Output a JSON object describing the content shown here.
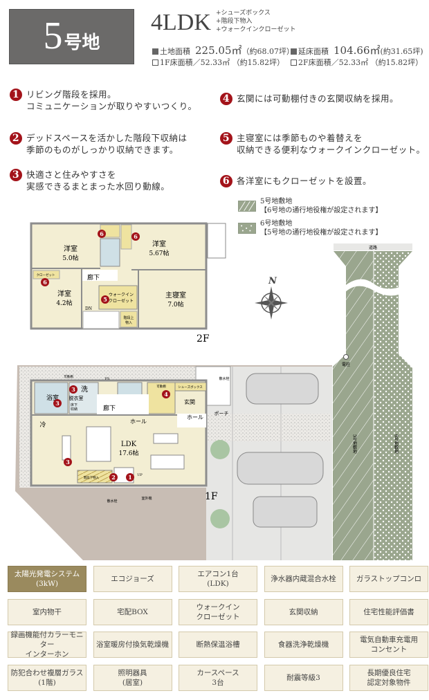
{
  "header": {
    "lot_number": "5",
    "lot_suffix": "号地",
    "layout": "4LDK",
    "extras": [
      "+シューズボックス",
      "+階段下物入",
      "+ウォークインクローゼット"
    ]
  },
  "areas": {
    "land_label": "土地面積",
    "land_value": "225.05㎡",
    "land_tsubo": "（約68.07坪）",
    "total_label": "延床面積",
    "total_value": "104.66㎡",
    "total_tsubo": "(約31.65坪)",
    "f1": "1F床面積／52.33㎡ （約15.82坪）",
    "f2": "2F床面積／52.33㎡ （約15.82坪）"
  },
  "points": [
    {
      "n": "1",
      "lines": [
        "リビング階段を採用。",
        "コミュニケーションが取りやすいつくり。"
      ]
    },
    {
      "n": "2",
      "lines": [
        "デッドスペースを活かした階段下収納は",
        "季節のものがしっかり収納できます。"
      ]
    },
    {
      "n": "3",
      "lines": [
        "快適さと住みやすさを",
        "実感できるまとまった水回り動線。"
      ]
    },
    {
      "n": "4",
      "lines": [
        "玄関には可動棚付きの玄関収納を採用。"
      ]
    },
    {
      "n": "5",
      "lines": [
        "主寝室には季節ものや着替えを",
        "収納できる便利なウォークインクローゼット。"
      ]
    },
    {
      "n": "6",
      "lines": [
        "各洋室にもクローゼットを設置。"
      ]
    }
  ],
  "legend": [
    {
      "title": "5号地敷地",
      "note": "【6号地の通行地役権が設定されます】",
      "pattern": "hatch"
    },
    {
      "title": "6号地敷地",
      "note": "【5号地の通行地役権が設定されます】",
      "pattern": "dots"
    }
  ],
  "colors": {
    "accent_red": "#a3131a",
    "site_green": "#9aa68e",
    "room": "#f3eed3",
    "storage": "#efe3a0",
    "title_gray": "#6b6a69",
    "feature_highlight": "#9a8a5e"
  },
  "plan2f": {
    "floor": "2F",
    "rooms": {
      "w1": "洋室",
      "w1s": "5.0帖",
      "w2": "洋室",
      "w2s": "5.67帖",
      "w3": "洋室",
      "w3s": "4.2帖",
      "master": "主寝室",
      "masters": "7.0帖",
      "hall": "廊下",
      "wic1": "ウォークイン",
      "wic2": "クローゼット",
      "stor1": "階段上",
      "stor2": "物入",
      "dn": "DN",
      "closet": "クローゼット"
    }
  },
  "plan1f": {
    "floor": "1F",
    "rooms": {
      "bath": "浴室",
      "wash": "洗",
      "wash2": "脱衣室",
      "under": "床下",
      "under2": "収納",
      "hall": "廊下",
      "hall2": "ホール",
      "hall3": "ホール",
      "ldk": "LDK",
      "ldks": "17.6帖",
      "entry": "玄関",
      "porch": "ポーチ",
      "shoe": "シューズボックス",
      "shelf": "可動棚",
      "shelf2": "可動棚",
      "fridge": "冷",
      "stair_store": "階段下物入",
      "ps": "PS",
      "up": "UP",
      "outdoor": "室外機",
      "tap": "散水栓",
      "tap2": "散水栓",
      "pole": "電柱",
      "road": "道路",
      "lot5": "5号地敷地",
      "lot6": "6号地敷地"
    }
  },
  "compass": "N",
  "features": [
    "太陽光発電システム\n(3kW)",
    "エコジョーズ",
    "エアコン1台\n(LDK)",
    "浄水器内蔵混合水栓",
    "ガラストップコンロ",
    "室内物干",
    "宅配BOX",
    "ウォークイン\nクローゼット",
    "玄関収納",
    "住宅性能評価書",
    "録画機能付カラーモニター\nインターホン",
    "浴室暖房付換気乾燥機",
    "断熱保温浴槽",
    "食器洗浄乾燥機",
    "電気自動車充電用\nコンセント",
    "防犯合わせ複層ガラス\n(1階)",
    "照明器具\n(居室)",
    "カースペース\n3台",
    "耐震等級3",
    "長期優良住宅\n認定対象物件"
  ]
}
